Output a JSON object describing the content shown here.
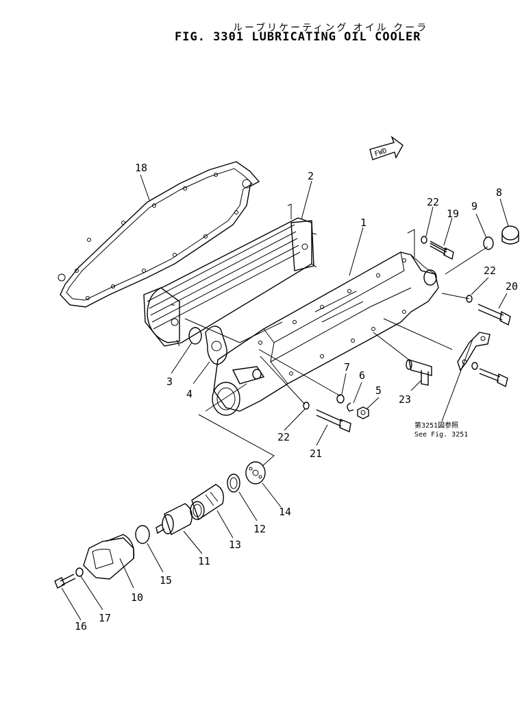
{
  "title": {
    "jp": "ルーブリケーティング オイル クーラ",
    "en": "FIG. 3301  LUBRICATING OIL COOLER"
  },
  "fwd_label": "FWD",
  "reference": {
    "jp": "第3251図参照",
    "en": "See Fig. 3251"
  },
  "callouts": [
    "1",
    "2",
    "3",
    "4",
    "5",
    "6",
    "7",
    "8",
    "9",
    "10",
    "11",
    "12",
    "13",
    "14",
    "15",
    "16",
    "17",
    "18",
    "19",
    "20",
    "21",
    "22",
    "22",
    "22",
    "23"
  ]
}
